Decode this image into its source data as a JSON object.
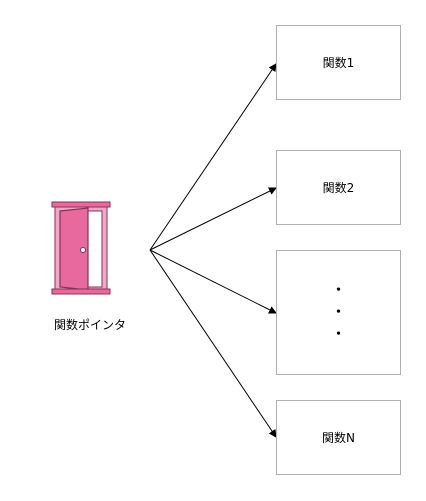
{
  "source": {
    "label": "関数ポインタ",
    "icon": "door-icon"
  },
  "targets": [
    {
      "label": "関数1"
    },
    {
      "label": "関数2"
    },
    {
      "label": [
        "・",
        "・",
        "・"
      ]
    },
    {
      "label": "関数N"
    }
  ],
  "colors": {
    "door_fill": "#e8699e",
    "door_stroke": "#8a2f55",
    "box_border": "#b0b0b0",
    "arrow": "#000000"
  }
}
